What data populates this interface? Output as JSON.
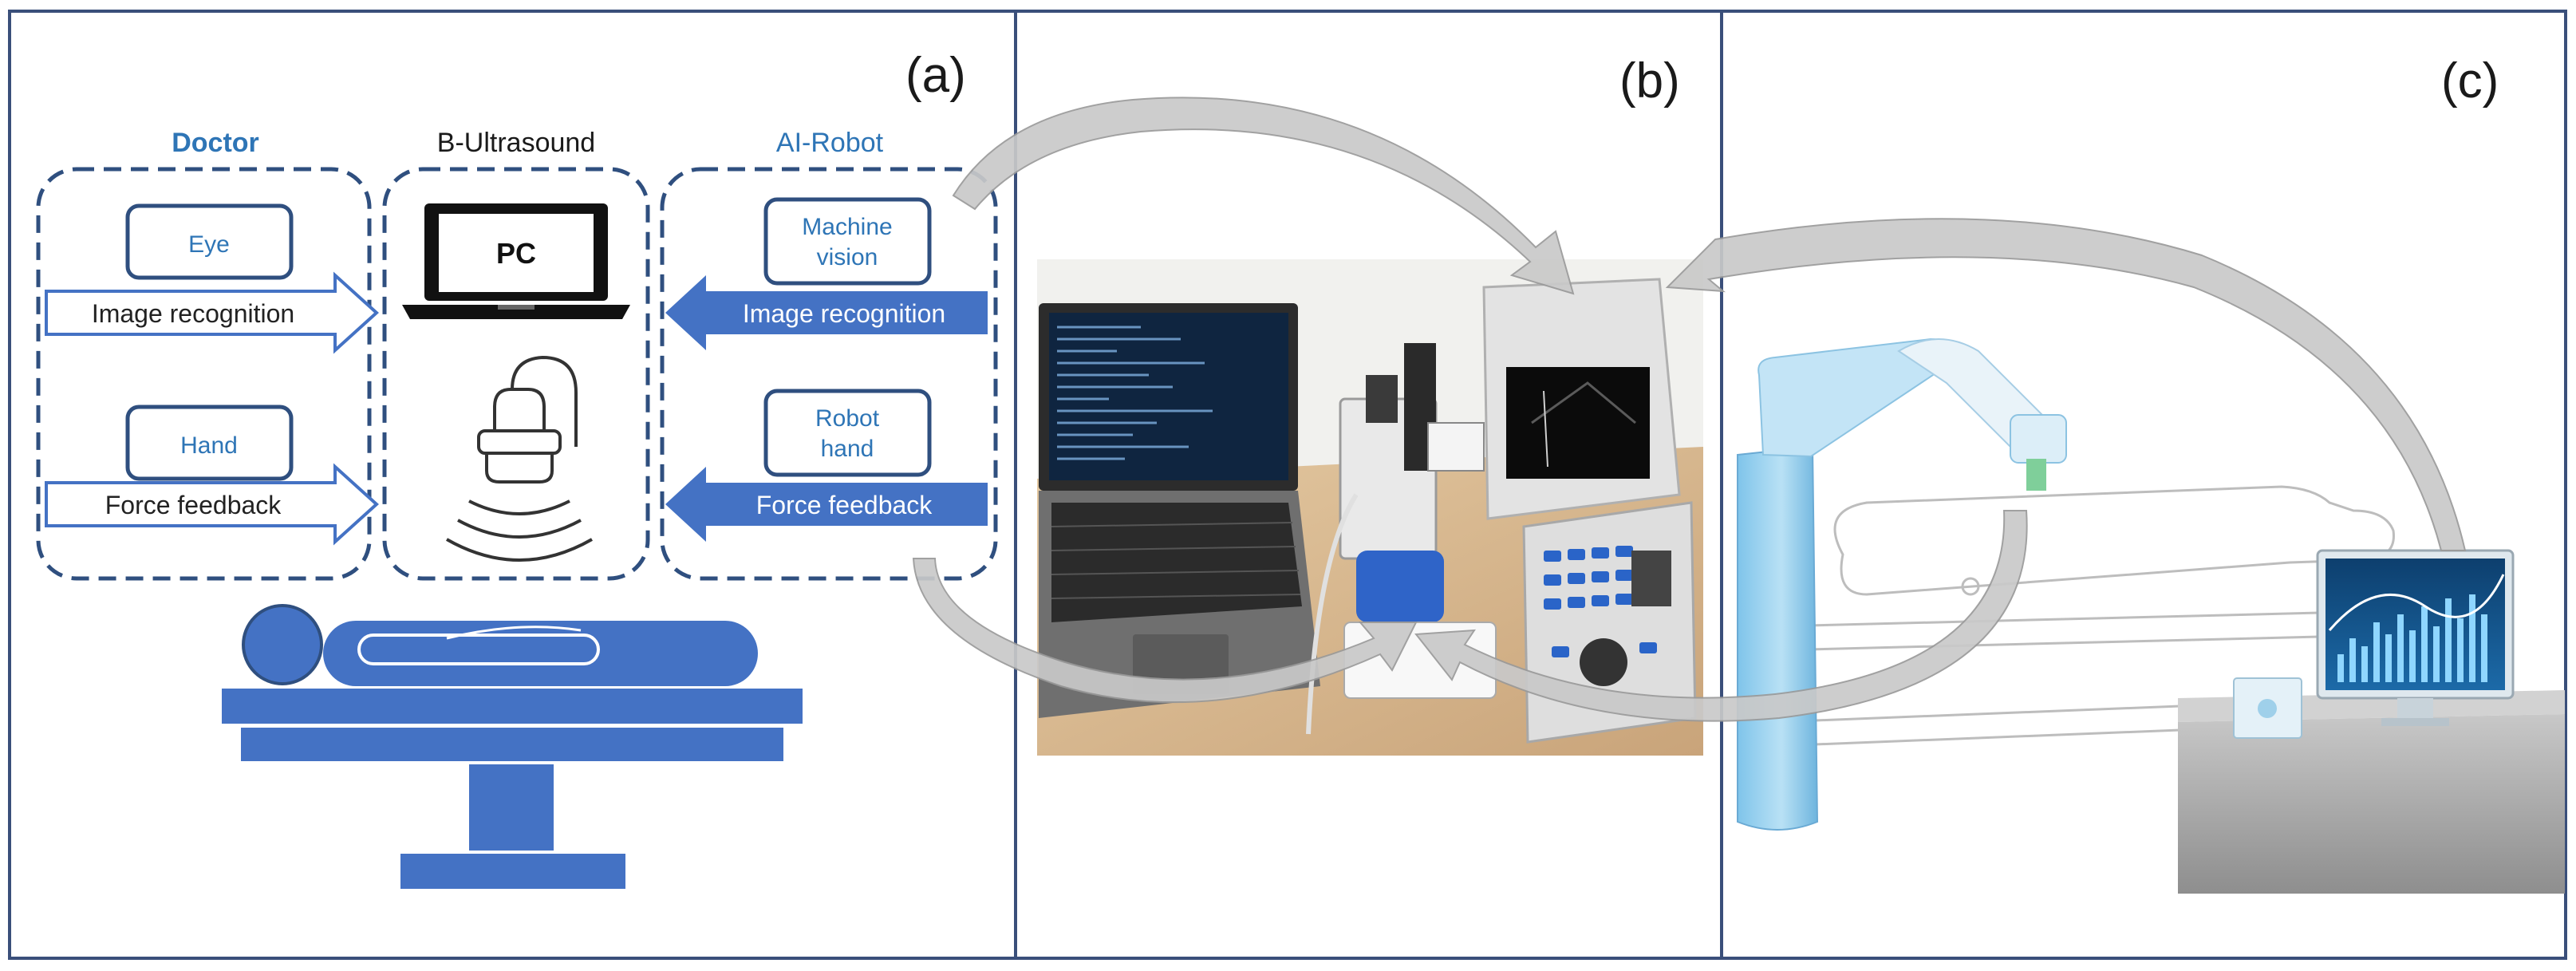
{
  "panels": {
    "a": {
      "label": "(a)",
      "doctor": {
        "title": "Doctor",
        "eye": "Eye",
        "hand": "Hand",
        "image_recognition": "Image recognition",
        "force_feedback": "Force feedback"
      },
      "ultrasound": {
        "title": "B-Ultrasound",
        "pc": "PC"
      },
      "robot": {
        "title": "AI-Robot",
        "machine_vision_line1": "Machine",
        "machine_vision_line2": "vision",
        "robot_hand_line1": "Robot",
        "robot_hand_line2": "hand",
        "image_recognition": "Image recognition",
        "force_feedback": "Force feedback"
      }
    },
    "b": {
      "label": "(b)"
    },
    "c": {
      "label": "(c)"
    }
  },
  "colors": {
    "frame": "#3a4f7a",
    "blue": "#4472c4",
    "accent_text": "#2e75b6",
    "dashed": "#2f4f7f",
    "connector": "#c9c9c9"
  },
  "icons": [
    "laptop-pc-icon",
    "ultrasound-probe-icon",
    "patient-on-table-icon",
    "robot-arm-icon",
    "monitor-icon"
  ]
}
